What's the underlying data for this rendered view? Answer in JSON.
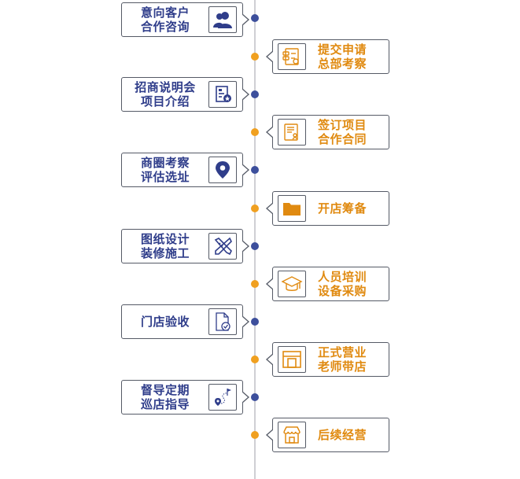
{
  "steps": [
    {
      "side": "left",
      "line1": "意向客户",
      "line2": "合作咨询",
      "icon": "users-icon"
    },
    {
      "side": "right",
      "line1": "提交申请",
      "line2": "总部考察",
      "icon": "application-form-icon"
    },
    {
      "side": "left",
      "line1": "招商说明会",
      "line2": "项目介绍",
      "icon": "presentation-doc-icon"
    },
    {
      "side": "right",
      "line1": "签订项目",
      "line2": "合作合同",
      "icon": "contract-sign-icon"
    },
    {
      "side": "left",
      "line1": "商圈考察",
      "line2": "评估选址",
      "icon": "location-pin-icon"
    },
    {
      "side": "right",
      "line1": "开店筹备",
      "line2": "",
      "icon": "folder-icon"
    },
    {
      "side": "left",
      "line1": "图纸设计",
      "line2": "装修施工",
      "icon": "design-tools-icon"
    },
    {
      "side": "right",
      "line1": "人员培训",
      "line2": "设备采购",
      "icon": "graduation-cap-icon"
    },
    {
      "side": "left",
      "line1": "门店验收",
      "line2": "",
      "icon": "document-check-icon"
    },
    {
      "side": "right",
      "line1": "正式营业",
      "line2": "老师带店",
      "icon": "storefront-icon"
    },
    {
      "side": "left",
      "line1": "督导定期",
      "line2": "巡店指导",
      "icon": "route-flag-icon"
    },
    {
      "side": "right",
      "line1": "后续经营",
      "line2": "",
      "icon": "shop-icon"
    }
  ],
  "colors": {
    "blue": "#2f3d8a",
    "orange": "#e08a10",
    "axis": "#cfcfd4"
  }
}
